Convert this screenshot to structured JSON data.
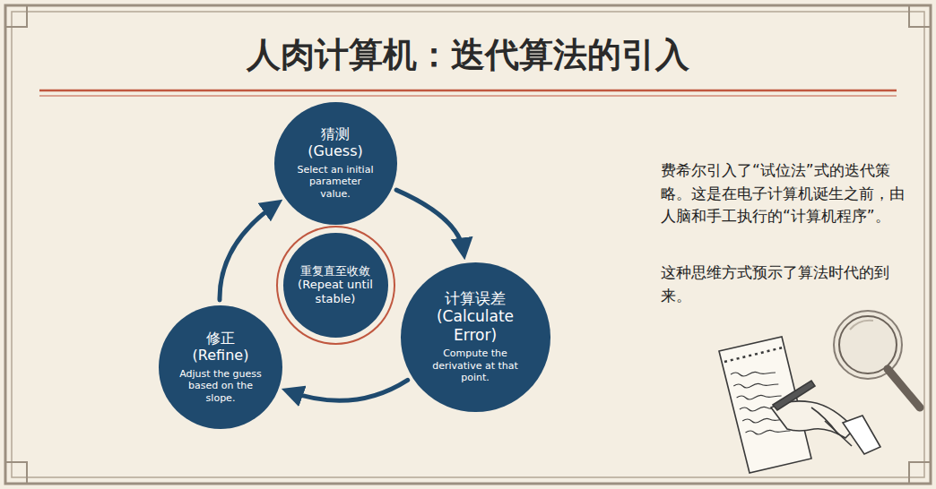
{
  "diagram": {
    "title": "人肉计算机：迭代算法的引入",
    "nodes": [
      {
        "text": [
          "猜测 (Guess)",
          "Select an initial parameter value."
        ]
      },
      {
        "text": [
          "重复直至收敛 (Repeat until stable)"
        ]
      },
      {
        "text": [
          "计算误差 (Calculate Error)",
          "Compute the derivative at that point."
        ]
      },
      {
        "text": [
          "修正 (Refine)",
          "Adjust the guess based on the slope."
        ]
      }
    ],
    "edges": [
      {
        "from": 0,
        "to": 2,
        "arrow": "to"
      },
      {
        "from": 2,
        "to": 3,
        "arrow": "to"
      },
      {
        "from": 3,
        "to": 0,
        "arrow": "to"
      }
    ],
    "labels": [
      "费希尔引入了“试位法”式的迭代策略。这是在电子计算机诞生之前，由人脑和手工执行的“计算机程序”。",
      "这种思维方式预示了算法时代的到来。"
    ]
  }
}
